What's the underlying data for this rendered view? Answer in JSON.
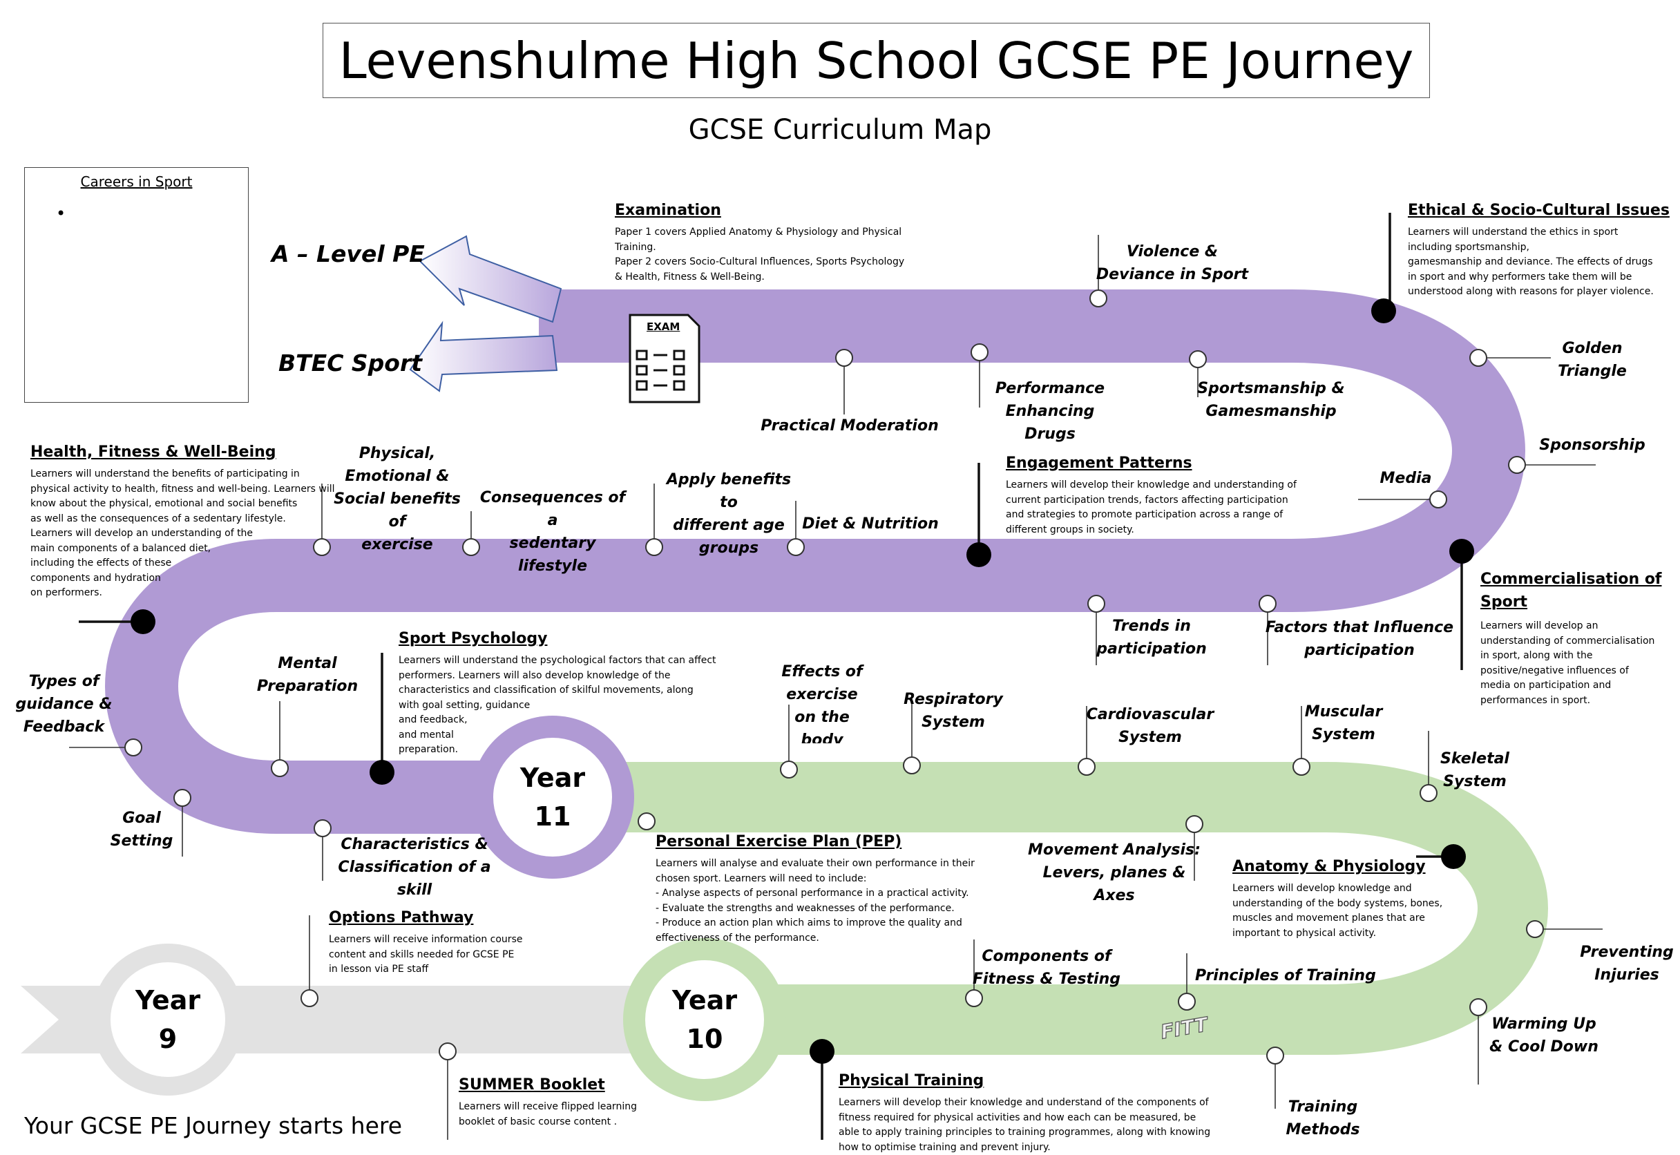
{
  "title": "Levenshulme High School GCSE PE Journey",
  "subtitle": "GCSE Curriculum Map",
  "careers": {
    "title": "Careers in Sport",
    "bullet": "•"
  },
  "exits": {
    "alevel": "A – Level PE",
    "btec": "BTEC Sport"
  },
  "start_text": "Your GCSE PE Journey starts here",
  "fitt": "FITT",
  "exam_icon_text": "EXAM",
  "years": {
    "y9": "Year\n9",
    "y10": "Year\n10",
    "y11": "Year\n11"
  },
  "colors": {
    "purple": "#b09ad4",
    "green": "#c5e0b4",
    "grey": "#e2e2e2",
    "line": "#333333"
  },
  "labels": {
    "violence": "Violence &\nDeviance in Sport",
    "golden": "Golden\nTriangle",
    "practical": "Practical Moderation",
    "ped": "Performance\nEnhancing Drugs",
    "sportsmanship": "Sportsmanship &\nGamesmanship",
    "sponsorship": "Sponsorship",
    "media": "Media",
    "physical_benefits": "Physical,\nEmotional &\nSocial benefits of\nexercise",
    "sedentary": "Consequences of a\nsedentary lifestyle",
    "apply_benefits": "Apply benefits to\ndifferent age\ngroups",
    "diet": "Diet & Nutrition",
    "trends": "Trends in\nparticipation",
    "factors": "Factors that Influence\nparticipation",
    "mental": "Mental\nPreparation",
    "types_guidance": "Types of\nguidance &\nFeedback",
    "goal_setting": "Goal\nSetting",
    "characteristics": "Characteristics &\nClassification of a skill",
    "effects": "Effects of\nexercise\non the\nbody",
    "respiratory": "Respiratory\nSystem",
    "cardio": "Cardiovascular\nSystem",
    "muscular": "Muscular\nSystem",
    "skeletal": "Skeletal\nSystem",
    "movement": "Movement Analysis:\nLevers, planes &\nAxes",
    "preventing": "Preventing\nInjuries",
    "components": "Components of\nFitness & Testing",
    "principles": "Principles of Training",
    "warming": "Warming Up\n& Cool Down",
    "training_methods": "Training\nMethods"
  },
  "blocks": {
    "examination": {
      "title": "Examination",
      "body": "Paper 1 covers Applied Anatomy & Physiology and Physical\nTraining.\nPaper 2 covers Socio-Cultural Influences, Sports Psychology\n& Health, Fitness & Well-Being."
    },
    "ethical": {
      "title": "Ethical & Socio-Cultural Issues",
      "body": "Learners will understand the ethics in sport\nincluding sportsmanship,\ngamesmanship and deviance. The effects of drugs\nin sport and why performers take them will be\nunderstood along with reasons for player violence."
    },
    "health": {
      "title": "Health, Fitness & Well-Being",
      "body": "Learners will understand the benefits of participating in\nphysical activity to health, fitness and well-being. Learners will\nknow about the physical, emotional and social benefits\nas well as the consequences of a sedentary lifestyle.\nLearners will develop an understanding of the\nmain components of a balanced diet,\nincluding the effects of these\ncomponents and hydration\non performers."
    },
    "engagement": {
      "title": "Engagement Patterns",
      "body": "Learners will develop their knowledge and understanding of\ncurrent participation trends, factors affecting participation\nand strategies to promote participation across a range of\ndifferent groups in society."
    },
    "commercialisation": {
      "title": "Commercialisation of\nSport",
      "body": "Learners will develop an\nunderstanding of commercialisation\nin sport, along with the\npositive/negative influences of\nmedia on participation and\nperformances in sport."
    },
    "psychology": {
      "title": "Sport Psychology",
      "body": "Learners will understand the psychological factors that can affect\nperformers. Learners will also develop knowledge of the\ncharacteristics and classification of skilful movements, along\nwith goal setting, guidance\n and feedback,\nand mental\npreparation."
    },
    "pep": {
      "title": "Personal Exercise Plan (PEP)",
      "body": "Learners will analyse and evaluate their own performance in their\nchosen sport. Learners will need to include:\n- Analyse aspects of personal performance in a practical activity.\n- Evaluate the strengths and weaknesses of the performance.\n- Produce an action plan which aims to improve the quality and\neffectiveness of the performance."
    },
    "anatomy": {
      "title": "Anatomy & Physiology",
      "body": "Learners will develop knowledge and\nunderstanding of the body systems, bones,\nmuscles and movement planes that are\nimportant to physical activity."
    },
    "options": {
      "title": "Options Pathway",
      "body": "Learners will receive information course\ncontent and skills needed for GCSE PE\nin lesson via PE staff"
    },
    "summer": {
      "title": "SUMMER Booklet",
      "body": "Learners will receive flipped learning\nbooklet of basic course  content ."
    },
    "physical_training": {
      "title": "Physical Training",
      "body": "Learners will develop their knowledge and understand of the components of\nfitness required for physical activities and how each can be measured, be\nable to apply training principles to training programmes, along with knowing\nhow to optimise training and prevent injury."
    }
  }
}
